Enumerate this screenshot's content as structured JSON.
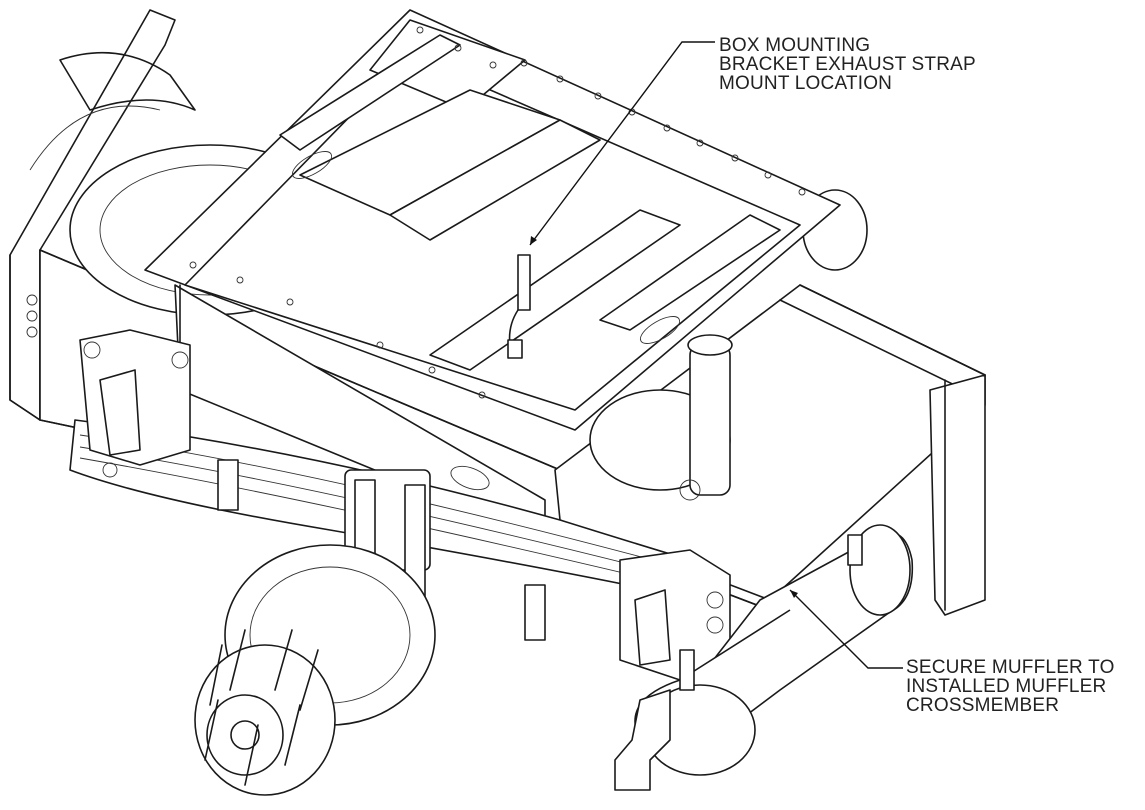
{
  "callouts": {
    "box_mounting": {
      "lines": [
        "BOX MOUNTING",
        "BRACKET EXHAUST STRAP",
        "MOUNT LOCATION"
      ]
    },
    "secure_muffler": {
      "lines": [
        "SECURE MUFFLER TO",
        "INSTALLED MUFFLER",
        "CROSSMEMBER"
      ]
    }
  },
  "colors": {
    "line": "#1a1a1a",
    "background": "#ffffff"
  }
}
